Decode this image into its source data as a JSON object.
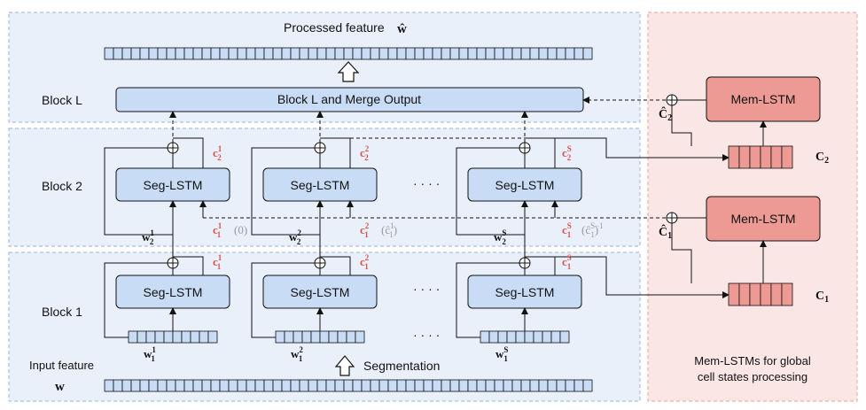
{
  "colors": {
    "left_panel_bg": "#e9f0fa",
    "right_panel_bg": "#fbe6e6",
    "seg_box_fill": "#c9dcf5",
    "mem_box_fill": "#ee9a94",
    "accent_red": "#d9534f",
    "muted_gray": "#9a9a9a"
  },
  "labels": {
    "processed_feature": "Processed feature",
    "processed_feature_symbol": "ŵ",
    "block_l": "Block L",
    "block_l_merge": "Block L and Merge Output",
    "block_2": "Block 2",
    "block_1": "Block 1",
    "input_feature": "Input feature",
    "input_symbol": "w",
    "segmentation": "Segmentation",
    "mem_panel_line1": "Mem-LSTMs for global",
    "mem_panel_line2": "cell states processing",
    "ellipsis": "· · · ·"
  },
  "seg_lstm_label": "Seg-LSTM",
  "mem_lstm_label": "Mem-LSTM",
  "block2": {
    "w_labels": [
      "w",
      "w",
      "w"
    ],
    "w_sup": [
      "1",
      "2",
      "S"
    ],
    "w_sub": "2",
    "c_top": [
      "c",
      "c",
      "c"
    ],
    "c_top_sup": [
      "1",
      "2",
      "S"
    ],
    "c_top_sub": "2",
    "c_bottom_sup": [
      "1",
      "2",
      "S"
    ],
    "c_bottom_sub": "1",
    "c_bottom_paren": [
      "(0)",
      "(ĉ",
      "(ĉ"
    ],
    "paren_sup": [
      "",
      "1",
      "S−1"
    ]
  },
  "block1": {
    "w_sup": [
      "1",
      "2",
      "S"
    ],
    "w_sub": "1",
    "c_sup": [
      "1",
      "2",
      "S"
    ],
    "c_sub": "1"
  },
  "mem": {
    "c2_hat": "Ĉ",
    "c2_hat_sub": "2",
    "c1_hat": "Ĉ",
    "c1_hat_sub": "1",
    "c2": "C",
    "c2_sub": "2",
    "c1": "C",
    "c1_sub": "1"
  }
}
